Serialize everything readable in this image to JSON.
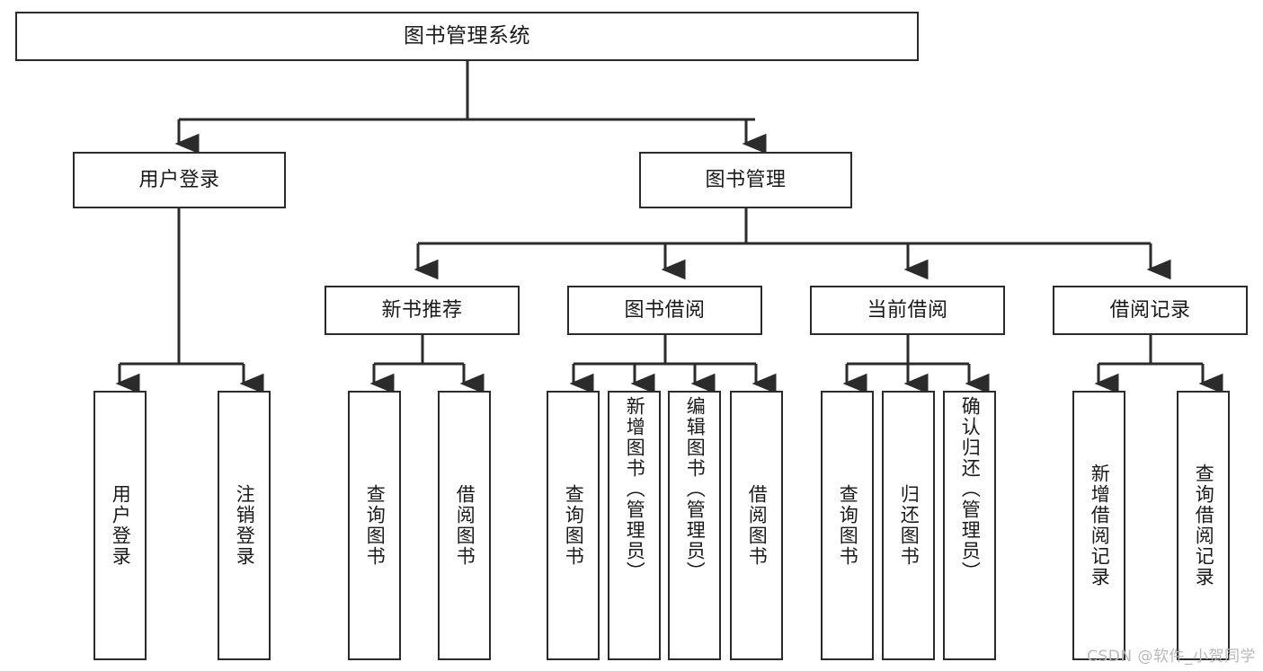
{
  "diagram": {
    "type": "tree-hierarchy",
    "title": "图书管理系统",
    "root": {
      "id": "root",
      "label": "图书管理系统"
    },
    "level2": [
      {
        "id": "user-login",
        "label": "用户登录"
      },
      {
        "id": "book-manage",
        "label": "图书管理"
      }
    ],
    "level3": [
      {
        "id": "new-book-recommend",
        "label": "新书推荐"
      },
      {
        "id": "book-borrow",
        "label": "图书借阅"
      },
      {
        "id": "current-borrow",
        "label": "当前借阅"
      },
      {
        "id": "borrow-record",
        "label": "借阅记录"
      }
    ],
    "leaves": {
      "user-login": [
        {
          "id": "leaf-user-login",
          "label": "用户登录"
        },
        {
          "id": "leaf-logout",
          "label": "注销登录"
        }
      ],
      "new-book-recommend": [
        {
          "id": "leaf-query-book-1",
          "label": "查询图书"
        },
        {
          "id": "leaf-borrow-book-1",
          "label": "借阅图书"
        }
      ],
      "book-borrow": [
        {
          "id": "leaf-query-book-2",
          "label": "查询图书"
        },
        {
          "id": "leaf-add-book",
          "label": "新增图书（管理员）"
        },
        {
          "id": "leaf-edit-book",
          "label": "编辑图书（管理员）"
        },
        {
          "id": "leaf-borrow-book-2",
          "label": "借阅图书"
        }
      ],
      "current-borrow": [
        {
          "id": "leaf-query-book-3",
          "label": "查询图书"
        },
        {
          "id": "leaf-return-book",
          "label": "归还图书"
        },
        {
          "id": "leaf-confirm-return",
          "label": "确认归还（管理员）"
        }
      ],
      "borrow-record": [
        {
          "id": "leaf-add-record",
          "label": "新增借阅记录"
        },
        {
          "id": "leaf-query-record",
          "label": "查询借阅记录"
        }
      ]
    }
  },
  "watermark": {
    "text": "CSDN @软件_小贺同学"
  },
  "colors": {
    "border": "#2b2b2b",
    "background": "#ffffff",
    "text": "#1a1a1a",
    "watermark": "#b9b9b9"
  }
}
